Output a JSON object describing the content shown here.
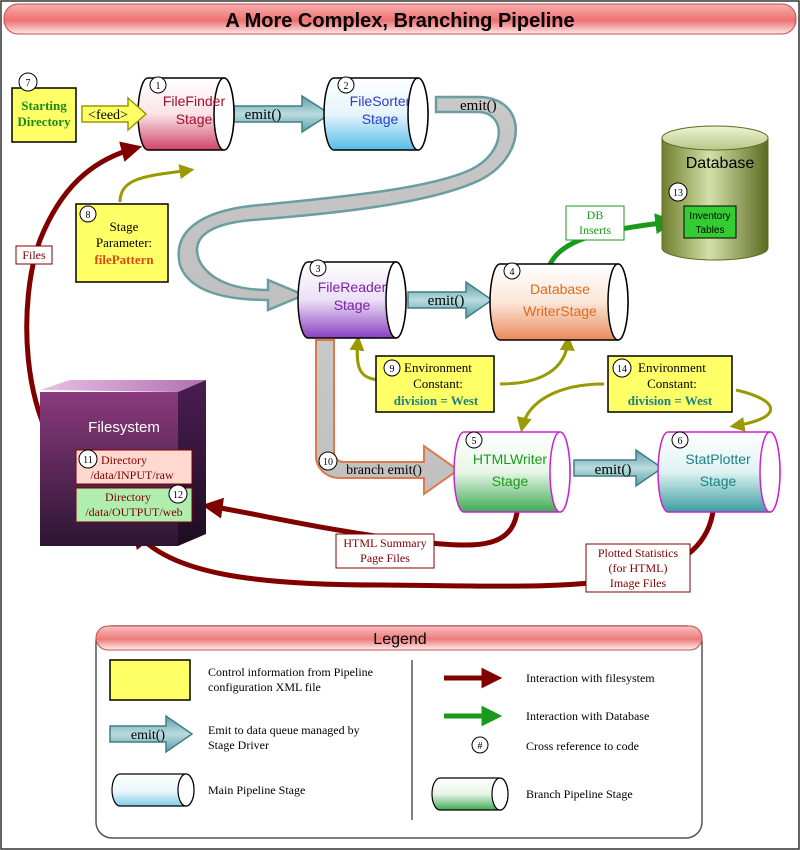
{
  "title": "A More Complex, Branching Pipeline",
  "stages": {
    "filefinder": {
      "num": "1",
      "line1": "FileFinder",
      "line2": "Stage"
    },
    "filesorter": {
      "num": "2",
      "line1": "FileSorter",
      "line2": "Stage"
    },
    "filereader": {
      "num": "3",
      "line1": "FileReader",
      "line2": "Stage"
    },
    "dbwriter": {
      "num": "4",
      "line1": "Database",
      "line2": "WriterStage"
    },
    "htmlwriter": {
      "num": "5",
      "line1": "HTMLWriter",
      "line2": "Stage"
    },
    "statplotter": {
      "num": "6",
      "line1": "StatPlotter",
      "line2": "Stage"
    }
  },
  "arrows": {
    "emit": "emit()",
    "branch_emit": "branch emit()",
    "feed": "<feed>"
  },
  "starting_directory": {
    "num": "7",
    "line1": "Starting",
    "line2": "Directory"
  },
  "stage_parameter": {
    "num": "8",
    "line1": "Stage",
    "line2": "Parameter:",
    "line3": "filePattern"
  },
  "env_constant_9": {
    "num": "9",
    "line1": "Environment",
    "line2": "Constant:",
    "line3": "division = West"
  },
  "env_constant_14": {
    "num": "14",
    "line1": "Environment",
    "line2": "Constant:",
    "line3": "division = West"
  },
  "branch_num": "10",
  "database": {
    "label": "Database",
    "num": "13",
    "table_line1": "Inventory",
    "table_line2": "Tables",
    "inserts_line1": "DB",
    "inserts_line2": "Inserts"
  },
  "filesystem": {
    "label": "Filesystem",
    "dir_input": {
      "num": "11",
      "line1": "Directory",
      "line2": "/data/INPUT/raw"
    },
    "dir_output": {
      "num": "12",
      "line1": "Directory",
      "line2": "/data/OUTPUT/web"
    }
  },
  "labels": {
    "files": "Files",
    "html_summary_line1": "HTML Summary",
    "html_summary_line2": "Page Files",
    "plotted_line1": "Plotted Statistics",
    "plotted_line2": "(for HTML)",
    "plotted_line3": "Image Files"
  },
  "legend": {
    "title": "Legend",
    "control_line1": "Control information from Pipeline",
    "control_line2": "configuration XML file",
    "emit_label": "emit()",
    "emit_line1": "Emit to data queue managed by",
    "emit_line2": "Stage Driver",
    "main_stage": "Main Pipeline Stage",
    "fs_interaction": "Interaction with filesystem",
    "db_interaction": "Interaction with Database",
    "cross_ref_symbol": "#",
    "cross_ref": "Cross reference to code",
    "branch_stage": "Branch Pipeline Stage"
  },
  "colors": {
    "fs_arrow": "#800000",
    "db_arrow": "#1a9a1a",
    "control_arrow": "#999900",
    "control_fill": "#ffff66",
    "emit_fill": "#5a9ea6",
    "title_band": "#f09090"
  }
}
